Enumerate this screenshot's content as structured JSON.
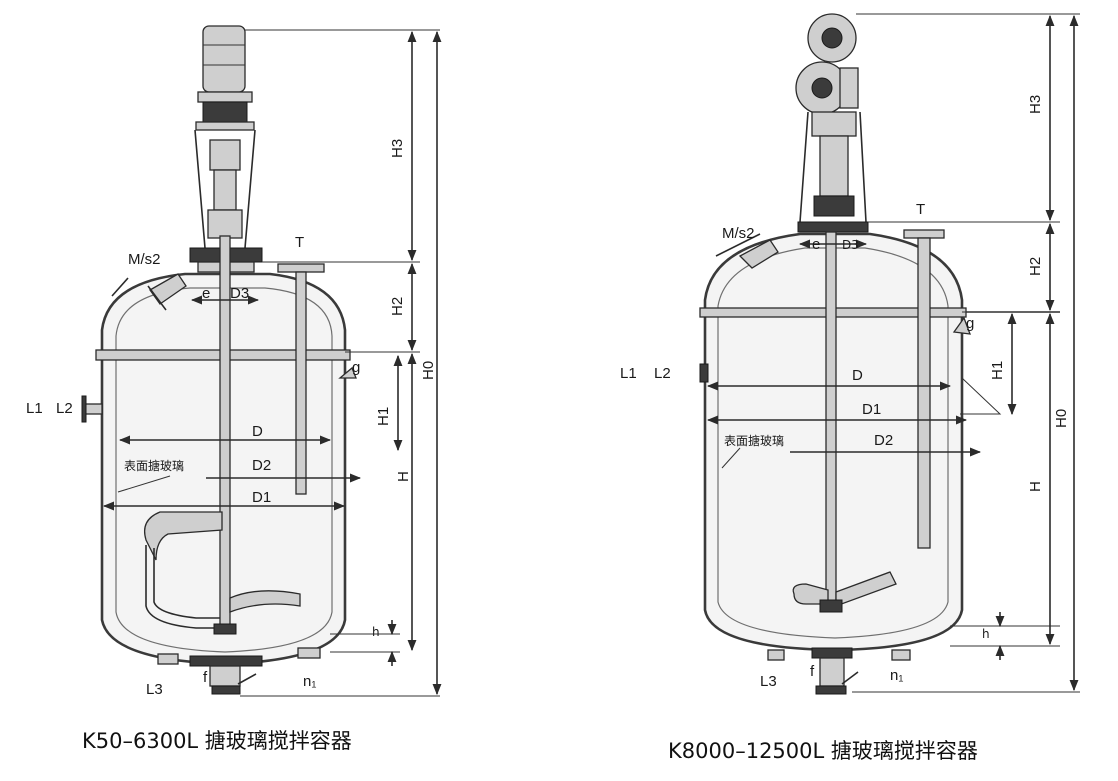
{
  "left": {
    "labels": {
      "h3": "H3",
      "h2": "H2",
      "h0": "H0",
      "h1": "H1",
      "h": "H",
      "h_small": "h",
      "t": "T",
      "ms2": "M/s2",
      "e": "e",
      "d3": "D3",
      "g": "g",
      "l1": "L1",
      "l2": "L2",
      "d": "D",
      "d2": "D2",
      "d1": "D1",
      "glass": "表面搪玻璃",
      "l3": "L3",
      "f": "f",
      "n1": "n₁"
    },
    "caption": "K50–6300L 搪玻璃搅拌容器"
  },
  "right": {
    "labels": {
      "h3": "H3",
      "h2": "H2",
      "h0": "H0",
      "h1": "H1",
      "h": "H",
      "h_small": "h",
      "t": "T",
      "ms2": "M/s2",
      "e": "e",
      "d3": "D3",
      "g": "g",
      "l1": "L1",
      "l2": "L2",
      "d": "D",
      "d1": "D1",
      "d2": "D2",
      "glass": "表面搪玻璃",
      "l3": "L3",
      "f": "f",
      "n1": "n₁"
    },
    "caption": "K8000–12500L 搪玻璃搅拌容器"
  }
}
